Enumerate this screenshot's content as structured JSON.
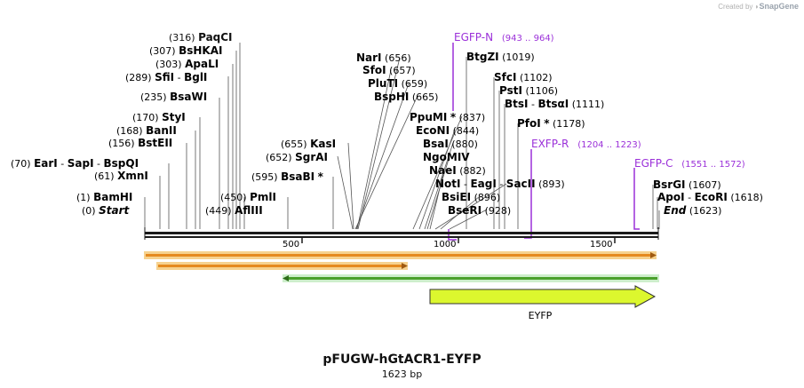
{
  "credit": {
    "prefix": "Created by",
    "brand": "SnapGene"
  },
  "plasmid": {
    "name": "pFUGW-hGtACR1-EYFP",
    "length_label": "1623 bp"
  },
  "ruler": {
    "ticks": [
      "500",
      "1000",
      "1500"
    ]
  },
  "sites": [
    {
      "num": "(316)",
      "name": "PaqCI"
    },
    {
      "num": "(307)",
      "name": "BsHKAI"
    },
    {
      "num": "(303)",
      "name": "ApaLI"
    },
    {
      "num": "(289)",
      "name": "SfiI",
      "name2": "BglI"
    },
    {
      "num": "(235)",
      "name": "BsaWI"
    },
    {
      "num": "(170)",
      "name": "StyI"
    },
    {
      "num": "(168)",
      "name": "BanII"
    },
    {
      "num": "(156)",
      "name": "BstEII"
    },
    {
      "num": "(70)",
      "name": "EarI",
      "name2": "SapI",
      "name3": "BspQI"
    },
    {
      "num": "(61)",
      "name": "XmnI"
    },
    {
      "num": "(1)",
      "name": "BamHI"
    },
    {
      "num": "(0)",
      "name": "Start",
      "italic": true
    },
    {
      "num": "(450)",
      "name": "PmlI"
    },
    {
      "num": "(449)",
      "name": "AflIII"
    },
    {
      "num": "(655)",
      "name": "KasI"
    },
    {
      "num": "(652)",
      "name": "SgrAI"
    },
    {
      "num": "(595)",
      "name": "BsaBI",
      "star": "*"
    },
    {
      "num": "(656)",
      "name": "NarI"
    },
    {
      "num": "(657)",
      "name": "SfoI"
    },
    {
      "num": "(659)",
      "name": "PluTI"
    },
    {
      "num": "(665)",
      "name": "BspHI"
    },
    {
      "num": "(837)",
      "name": "PpuMI",
      "star": "*"
    },
    {
      "num": "(844)",
      "name": "EcoNI"
    },
    {
      "num": "(880)",
      "name": "BsaI"
    },
    {
      "num": "",
      "name": "NgoMIV"
    },
    {
      "num": "(882)",
      "name": "NaeI"
    },
    {
      "num": "(893)",
      "name": "NotI",
      "name2": "EagI",
      "name3": "SacII"
    },
    {
      "num": "(896)",
      "name": "BsiEI"
    },
    {
      "num": "(928)",
      "name": "BseRI"
    },
    {
      "num": "(1019)",
      "name": "BtgZI"
    },
    {
      "num": "(1102)",
      "name": "SfcI"
    },
    {
      "num": "(1106)",
      "name": "PstI"
    },
    {
      "num": "(1111)",
      "name": "BtsI",
      "name2": "BtsαI"
    },
    {
      "num": "(1178)",
      "name": "PfoI",
      "star": "*"
    },
    {
      "num": "(1607)",
      "name": "BsrGI"
    },
    {
      "num": "(1618)",
      "name": "ApoI",
      "name2": "EcoRI"
    },
    {
      "num": "(1623)",
      "name": "End",
      "italic": true
    }
  ],
  "primers": [
    {
      "name": "EGFP-N",
      "range": "(943 .. 964)"
    },
    {
      "name": "EXFP-R",
      "range": "(1204 .. 1223)"
    },
    {
      "name": "EGFP-C",
      "range": "(1551 .. 1572)"
    }
  ],
  "feature": {
    "label": "EYFP"
  },
  "colors": {
    "primer": "#9b30d9",
    "orange_fill": "#e58a1f",
    "orange_glow": "#f6d28f",
    "green_fill": "#4aa02c",
    "green_glow": "#cdeecb",
    "eyfp_fill": "#dcf72e",
    "backbone": "#1a1a1a"
  }
}
